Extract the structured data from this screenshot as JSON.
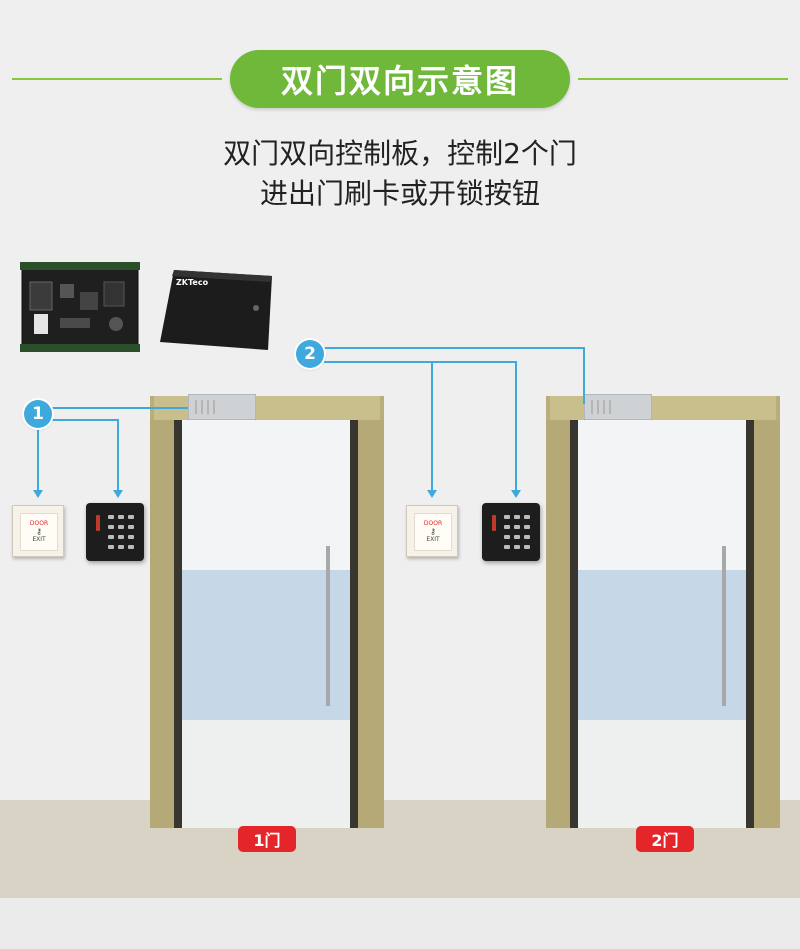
{
  "title": "双门双向示意图",
  "subtitle": {
    "line1": "双门双向控制板，控制2个门",
    "line2": "进出门刷卡或开锁按钮"
  },
  "controller": {
    "brand": "ZKTeco"
  },
  "exit_button": {
    "line1": "DOOR",
    "line2": "EXIT"
  },
  "doors": [
    {
      "badge": "1",
      "label": "1门"
    },
    {
      "badge": "2",
      "label": "2门"
    }
  ],
  "colors": {
    "green": "#6fb83a",
    "line_green": "#8cc63f",
    "wire_blue": "#3fa9dd",
    "label_red": "#e4262b"
  }
}
